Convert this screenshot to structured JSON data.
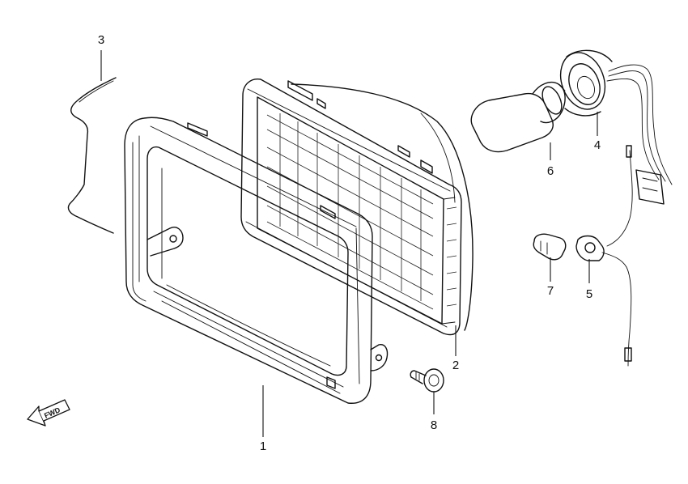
{
  "diagram": {
    "type": "exploded-parts-diagram",
    "direction_label": "FWD",
    "callouts": {
      "part_1": "1",
      "part_2": "2",
      "part_3": "3",
      "part_4": "4",
      "part_5": "5",
      "part_6": "6",
      "part_7": "7",
      "part_8": "8"
    }
  }
}
